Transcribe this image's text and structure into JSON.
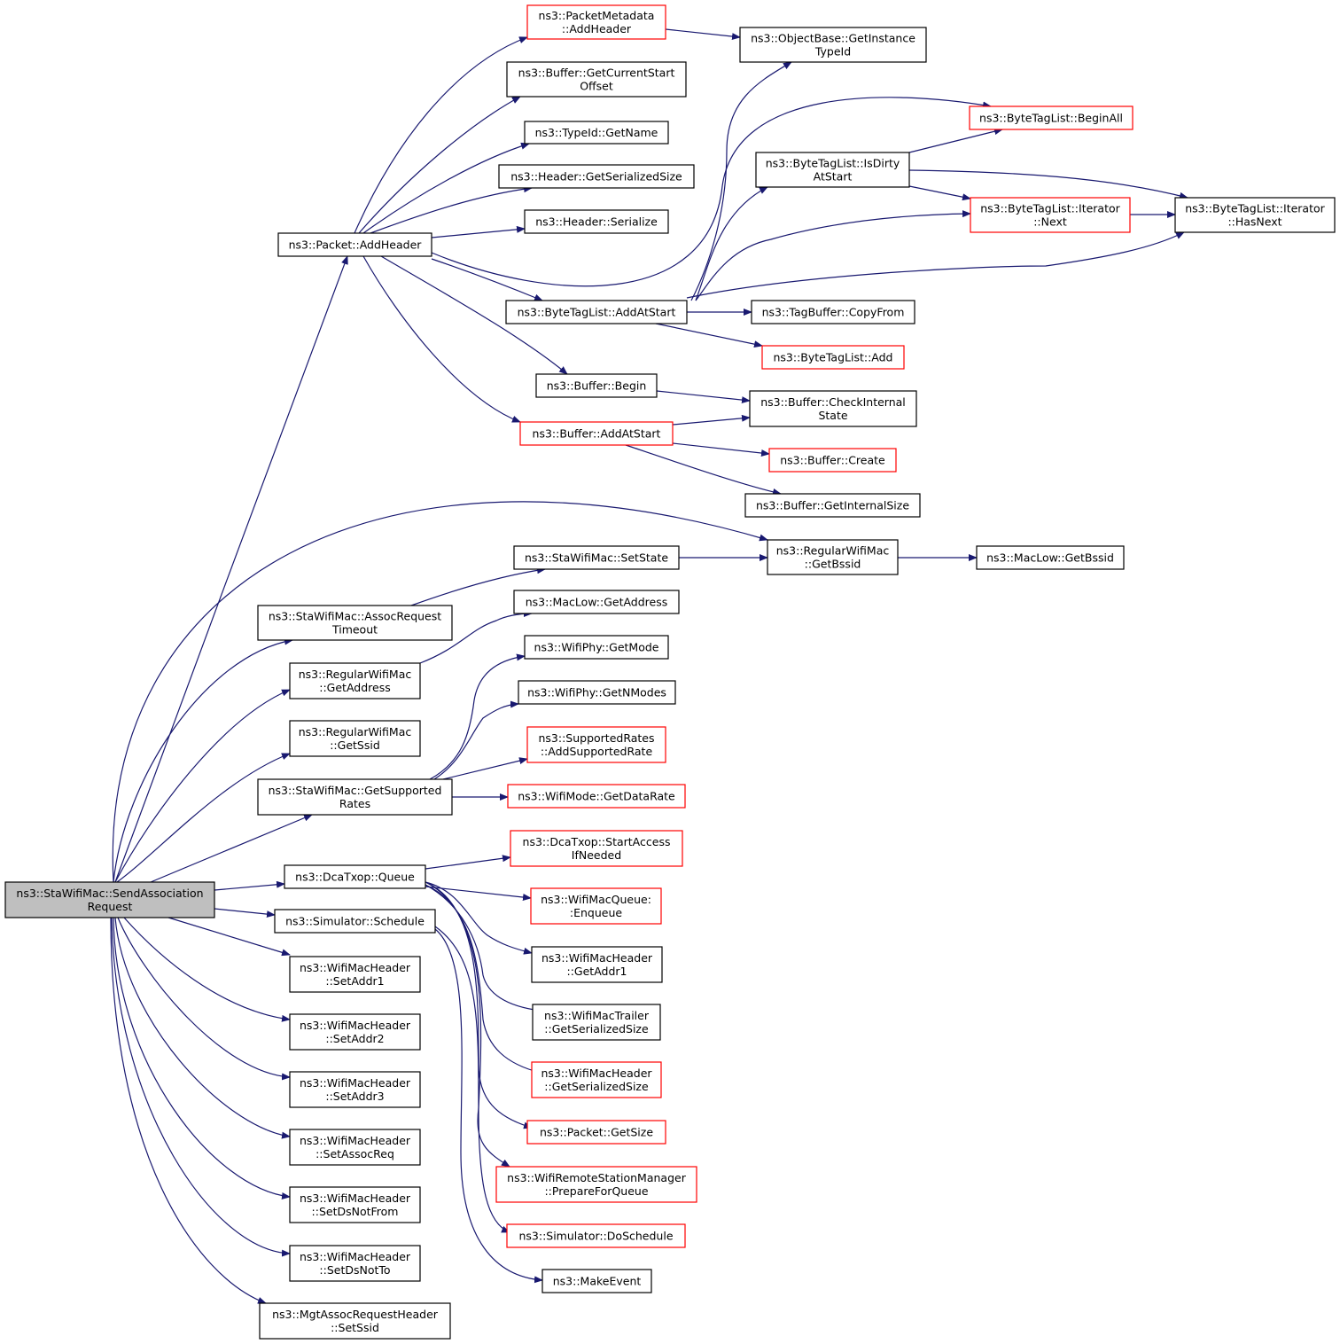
{
  "colors": {
    "edge": "#191970",
    "border_normal": "#000000",
    "border_truncated": "#ff0000",
    "fill_root": "#bfbfbf",
    "fill_node": "#ffffff"
  },
  "nodes": [
    {
      "id": "root",
      "lines": [
        "ns3::StaWifiMac::SendAssociation",
        "Request"
      ],
      "style": "root"
    },
    {
      "id": "pkt_addheader",
      "lines": [
        "ns3::Packet::AddHeader"
      ],
      "style": "normal"
    },
    {
      "id": "pm_addheader",
      "lines": [
        "ns3::PacketMetadata",
        "::AddHeader"
      ],
      "style": "truncated"
    },
    {
      "id": "buf_getcurstart",
      "lines": [
        "ns3::Buffer::GetCurrentStart",
        "Offset"
      ],
      "style": "normal"
    },
    {
      "id": "typeid_getname",
      "lines": [
        "ns3::TypeId::GetName"
      ],
      "style": "normal"
    },
    {
      "id": "hdr_getsersize",
      "lines": [
        "ns3::Header::GetSerializedSize"
      ],
      "style": "normal"
    },
    {
      "id": "hdr_serialize",
      "lines": [
        "ns3::Header::Serialize"
      ],
      "style": "normal"
    },
    {
      "id": "btl_addatstart",
      "lines": [
        "ns3::ByteTagList::AddAtStart"
      ],
      "style": "normal"
    },
    {
      "id": "buf_begin",
      "lines": [
        "ns3::Buffer::Begin"
      ],
      "style": "normal"
    },
    {
      "id": "buf_addatstart",
      "lines": [
        "ns3::Buffer::AddAtStart"
      ],
      "style": "truncated"
    },
    {
      "id": "ob_getinstancetypeid",
      "lines": [
        "ns3::ObjectBase::GetInstance",
        "TypeId"
      ],
      "style": "normal"
    },
    {
      "id": "btl_beginall",
      "lines": [
        "ns3::ByteTagList::BeginAll"
      ],
      "style": "truncated"
    },
    {
      "id": "btl_isdirty",
      "lines": [
        "ns3::ByteTagList::IsDirty",
        "AtStart"
      ],
      "style": "normal"
    },
    {
      "id": "btli_next",
      "lines": [
        "ns3::ByteTagList::Iterator",
        "::Next"
      ],
      "style": "truncated"
    },
    {
      "id": "btli_hasnext",
      "lines": [
        "ns3::ByteTagList::Iterator",
        "::HasNext"
      ],
      "style": "normal"
    },
    {
      "id": "tagbuf_copyfrom",
      "lines": [
        "ns3::TagBuffer::CopyFrom"
      ],
      "style": "normal"
    },
    {
      "id": "btl_add",
      "lines": [
        "ns3::ByteTagList::Add"
      ],
      "style": "truncated"
    },
    {
      "id": "buf_checkinternal",
      "lines": [
        "ns3::Buffer::CheckInternal",
        "State"
      ],
      "style": "normal"
    },
    {
      "id": "buf_create",
      "lines": [
        "ns3::Buffer::Create"
      ],
      "style": "truncated"
    },
    {
      "id": "buf_getinternalsize",
      "lines": [
        "ns3::Buffer::GetInternalSize"
      ],
      "style": "normal"
    },
    {
      "id": "rwm_getbssid",
      "lines": [
        "ns3::RegularWifiMac",
        "::GetBssid"
      ],
      "style": "normal"
    },
    {
      "id": "sta_setstate",
      "lines": [
        "ns3::StaWifiMac::SetState"
      ],
      "style": "normal"
    },
    {
      "id": "maclow_getbssid",
      "lines": [
        "ns3::MacLow::GetBssid"
      ],
      "style": "normal"
    },
    {
      "id": "sta_assoctimeout",
      "lines": [
        "ns3::StaWifiMac::AssocRequest",
        "Timeout"
      ],
      "style": "normal"
    },
    {
      "id": "maclow_getaddress",
      "lines": [
        "ns3::MacLow::GetAddress"
      ],
      "style": "normal"
    },
    {
      "id": "rwm_getaddress",
      "lines": [
        "ns3::RegularWifiMac",
        "::GetAddress"
      ],
      "style": "normal"
    },
    {
      "id": "wifiphy_getmode",
      "lines": [
        "ns3::WifiPhy::GetMode"
      ],
      "style": "normal"
    },
    {
      "id": "wifiphy_getnmodes",
      "lines": [
        "ns3::WifiPhy::GetNModes"
      ],
      "style": "normal"
    },
    {
      "id": "rwm_getssid",
      "lines": [
        "ns3::RegularWifiMac",
        "::GetSsid"
      ],
      "style": "normal"
    },
    {
      "id": "sr_addsupported",
      "lines": [
        "ns3::SupportedRates",
        "::AddSupportedRate"
      ],
      "style": "truncated"
    },
    {
      "id": "sta_getsupported",
      "lines": [
        "ns3::StaWifiMac::GetSupported",
        "Rates"
      ],
      "style": "normal"
    },
    {
      "id": "wifimode_getdatarate",
      "lines": [
        "ns3::WifiMode::GetDataRate"
      ],
      "style": "truncated"
    },
    {
      "id": "dca_startaccess",
      "lines": [
        "ns3::DcaTxop::StartAccess",
        "IfNeeded"
      ],
      "style": "truncated"
    },
    {
      "id": "dca_queue",
      "lines": [
        "ns3::DcaTxop::Queue"
      ],
      "style": "normal"
    },
    {
      "id": "wmq_enqueue",
      "lines": [
        "ns3::WifiMacQueue:",
        ":Enqueue"
      ],
      "style": "truncated"
    },
    {
      "id": "sim_schedule",
      "lines": [
        "ns3::Simulator::Schedule"
      ],
      "style": "normal"
    },
    {
      "id": "wmh_getaddr1",
      "lines": [
        "ns3::WifiMacHeader",
        "::GetAddr1"
      ],
      "style": "normal"
    },
    {
      "id": "wmh_setaddr1",
      "lines": [
        "ns3::WifiMacHeader",
        "::SetAddr1"
      ],
      "style": "normal"
    },
    {
      "id": "wmt_getsersize",
      "lines": [
        "ns3::WifiMacTrailer",
        "::GetSerializedSize"
      ],
      "style": "normal"
    },
    {
      "id": "wmh_setaddr2",
      "lines": [
        "ns3::WifiMacHeader",
        "::SetAddr2"
      ],
      "style": "normal"
    },
    {
      "id": "wmh_getsersize",
      "lines": [
        "ns3::WifiMacHeader",
        "::GetSerializedSize"
      ],
      "style": "truncated"
    },
    {
      "id": "wmh_setaddr3",
      "lines": [
        "ns3::WifiMacHeader",
        "::SetAddr3"
      ],
      "style": "normal"
    },
    {
      "id": "pkt_getsize",
      "lines": [
        "ns3::Packet::GetSize"
      ],
      "style": "truncated"
    },
    {
      "id": "wmh_setassocreq",
      "lines": [
        "ns3::WifiMacHeader",
        "::SetAssocReq"
      ],
      "style": "normal"
    },
    {
      "id": "wrsm_prepare",
      "lines": [
        "ns3::WifiRemoteStationManager",
        "::PrepareForQueue"
      ],
      "style": "truncated"
    },
    {
      "id": "wmh_setdsnotfrom",
      "lines": [
        "ns3::WifiMacHeader",
        "::SetDsNotFrom"
      ],
      "style": "normal"
    },
    {
      "id": "sim_doschedule",
      "lines": [
        "ns3::Simulator::DoSchedule"
      ],
      "style": "truncated"
    },
    {
      "id": "wmh_setdsnotto",
      "lines": [
        "ns3::WifiMacHeader",
        "::SetDsNotTo"
      ],
      "style": "normal"
    },
    {
      "id": "makeevent",
      "lines": [
        "ns3::MakeEvent"
      ],
      "style": "normal"
    },
    {
      "id": "marh_setssid",
      "lines": [
        "ns3::MgtAssocRequestHeader",
        "::SetSsid"
      ],
      "style": "normal"
    }
  ],
  "edges": [
    {
      "from": "root",
      "to": "pkt_addheader"
    },
    {
      "from": "root",
      "to": "rwm_getbssid"
    },
    {
      "from": "root",
      "to": "sta_assoctimeout"
    },
    {
      "from": "root",
      "to": "rwm_getaddress"
    },
    {
      "from": "root",
      "to": "rwm_getssid"
    },
    {
      "from": "root",
      "to": "sta_getsupported"
    },
    {
      "from": "root",
      "to": "dca_queue"
    },
    {
      "from": "root",
      "to": "sim_schedule"
    },
    {
      "from": "root",
      "to": "wmh_setaddr1"
    },
    {
      "from": "root",
      "to": "wmh_setaddr2"
    },
    {
      "from": "root",
      "to": "wmh_setaddr3"
    },
    {
      "from": "root",
      "to": "wmh_setassocreq"
    },
    {
      "from": "root",
      "to": "wmh_setdsnotfrom"
    },
    {
      "from": "root",
      "to": "wmh_setdsnotto"
    },
    {
      "from": "root",
      "to": "marh_setssid"
    },
    {
      "from": "pkt_addheader",
      "to": "pm_addheader"
    },
    {
      "from": "pkt_addheader",
      "to": "buf_getcurstart"
    },
    {
      "from": "pkt_addheader",
      "to": "typeid_getname"
    },
    {
      "from": "pkt_addheader",
      "to": "hdr_getsersize"
    },
    {
      "from": "pkt_addheader",
      "to": "hdr_serialize"
    },
    {
      "from": "pkt_addheader",
      "to": "btl_addatstart"
    },
    {
      "from": "pkt_addheader",
      "to": "buf_begin"
    },
    {
      "from": "pkt_addheader",
      "to": "buf_addatstart"
    },
    {
      "from": "pkt_addheader",
      "to": "btl_beginall"
    },
    {
      "from": "pm_addheader",
      "to": "ob_getinstancetypeid"
    },
    {
      "from": "btl_addatstart",
      "to": "ob_getinstancetypeid"
    },
    {
      "from": "btl_addatstart",
      "to": "btl_isdirty"
    },
    {
      "from": "btl_addatstart",
      "to": "btli_next"
    },
    {
      "from": "btl_addatstart",
      "to": "btli_hasnext"
    },
    {
      "from": "btl_addatstart",
      "to": "tagbuf_copyfrom"
    },
    {
      "from": "btl_addatstart",
      "to": "btl_add"
    },
    {
      "from": "btl_isdirty",
      "to": "btl_beginall"
    },
    {
      "from": "btl_isdirty",
      "to": "btli_hasnext"
    },
    {
      "from": "btl_isdirty",
      "to": "btli_next"
    },
    {
      "from": "btli_next",
      "to": "btli_hasnext"
    },
    {
      "from": "buf_begin",
      "to": "buf_checkinternal"
    },
    {
      "from": "buf_addatstart",
      "to": "buf_checkinternal"
    },
    {
      "from": "buf_addatstart",
      "to": "buf_create"
    },
    {
      "from": "buf_addatstart",
      "to": "buf_getinternalsize"
    },
    {
      "from": "sta_setstate",
      "to": "rwm_getbssid"
    },
    {
      "from": "rwm_getbssid",
      "to": "maclow_getbssid"
    },
    {
      "from": "sta_assoctimeout",
      "to": "sta_setstate"
    },
    {
      "from": "rwm_getaddress",
      "to": "maclow_getaddress"
    },
    {
      "from": "sta_getsupported",
      "to": "wifiphy_getmode"
    },
    {
      "from": "sta_getsupported",
      "to": "wifiphy_getnmodes"
    },
    {
      "from": "sta_getsupported",
      "to": "sr_addsupported"
    },
    {
      "from": "sta_getsupported",
      "to": "wifimode_getdatarate"
    },
    {
      "from": "dca_queue",
      "to": "dca_startaccess"
    },
    {
      "from": "dca_queue",
      "to": "wmq_enqueue"
    },
    {
      "from": "dca_queue",
      "to": "wmh_getaddr1"
    },
    {
      "from": "dca_queue",
      "to": "wmt_getsersize"
    },
    {
      "from": "dca_queue",
      "to": "wmh_getsersize"
    },
    {
      "from": "dca_queue",
      "to": "pkt_getsize"
    },
    {
      "from": "dca_queue",
      "to": "wrsm_prepare"
    },
    {
      "from": "sim_schedule",
      "to": "sim_doschedule"
    },
    {
      "from": "sim_schedule",
      "to": "makeevent"
    }
  ]
}
